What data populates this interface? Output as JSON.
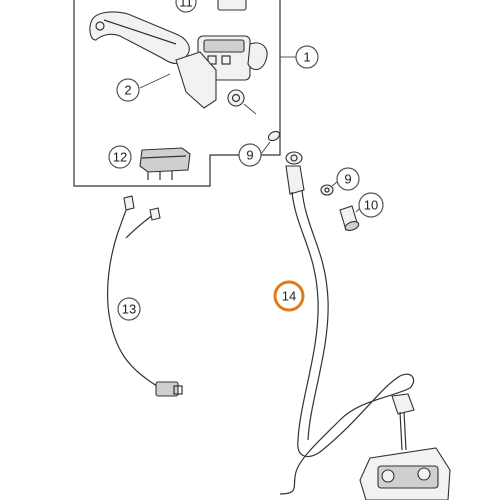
{
  "callouts": {
    "c1": "1",
    "c2": "2",
    "c9a": "9",
    "c9b": "9",
    "c10": "10",
    "c12": "12",
    "c13": "13",
    "c14": "14",
    "c_top": "11"
  },
  "colors": {
    "highlight": "#e07a1f",
    "line": "#333333"
  }
}
